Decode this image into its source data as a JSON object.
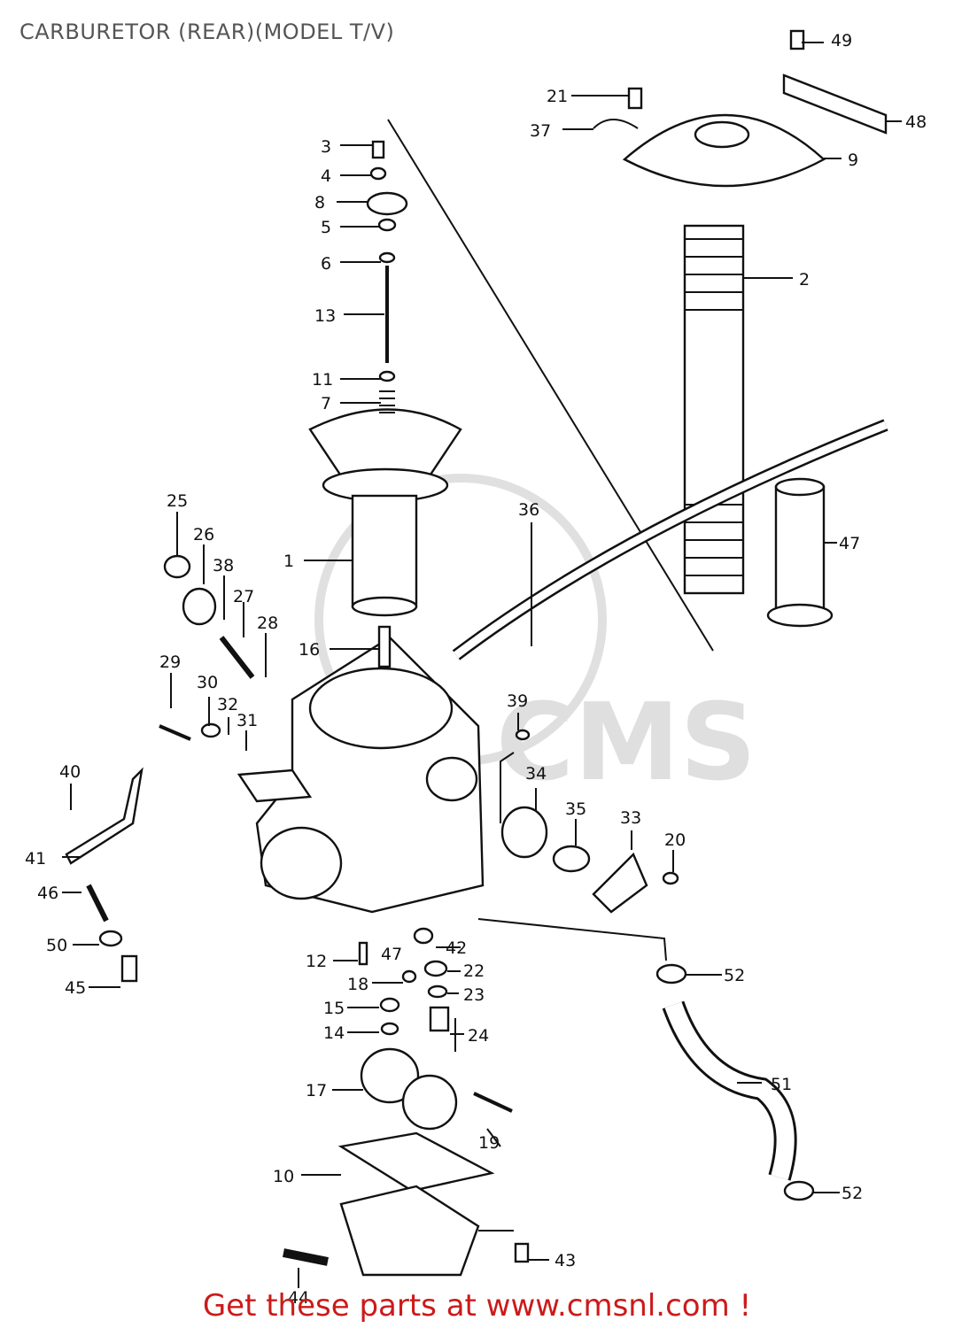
{
  "page": {
    "title": "CARBURETOR (REAR)(MODEL T/V)",
    "footer": "Get these parts at www.cmsnl.com !",
    "watermark": "CMS"
  },
  "callouts": [
    "1",
    "2",
    "3",
    "4",
    "5",
    "6",
    "7",
    "8",
    "9",
    "10",
    "11",
    "12",
    "13",
    "14",
    "15",
    "16",
    "17",
    "18",
    "19",
    "20",
    "21",
    "22",
    "23",
    "24",
    "25",
    "26",
    "27",
    "28",
    "29",
    "30",
    "31",
    "32",
    "33",
    "34",
    "35",
    "36",
    "37",
    "38",
    "39",
    "40",
    "41",
    "42",
    "43",
    "44",
    "45",
    "46",
    "47",
    "47",
    "48",
    "49",
    "50",
    "51",
    "52",
    "52"
  ]
}
